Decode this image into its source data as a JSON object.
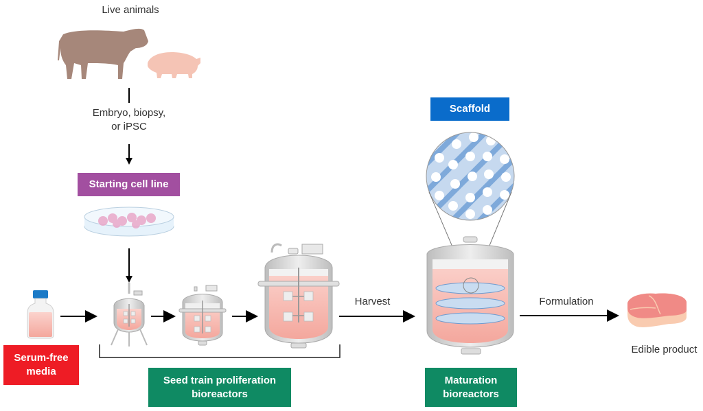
{
  "title": "Cultivated meat production process",
  "colors": {
    "purple": "#A24FA0",
    "red": "#EE1C25",
    "green": "#0F8A63",
    "blue": "#0A6CCB",
    "cow": "#A6877A",
    "pig": "#F5C4B5",
    "medium": "#F7B9B0",
    "steel": "#C8C8C8",
    "scaffold": "#7EA9DA",
    "meat": "#F08A86",
    "fat": "#F9CBB0"
  },
  "source": {
    "label": "Live animals",
    "animals": [
      "cow",
      "pig"
    ]
  },
  "steps": {
    "derivation_label_line1": "Embryo, biopsy,",
    "derivation_label_line2": "or iPSC",
    "starting_cell_line": "Starting cell line",
    "media_line1": "Serum-free",
    "media_line2": "media",
    "seed_train_line1": "Seed train proliferation",
    "seed_train_line2": "bioreactors",
    "harvest": "Harvest",
    "scaffold": "Scaffold",
    "maturation_line1": "Maturation",
    "maturation_line2": "bioreactors",
    "formulation": "Formulation",
    "product": "Edible product"
  }
}
